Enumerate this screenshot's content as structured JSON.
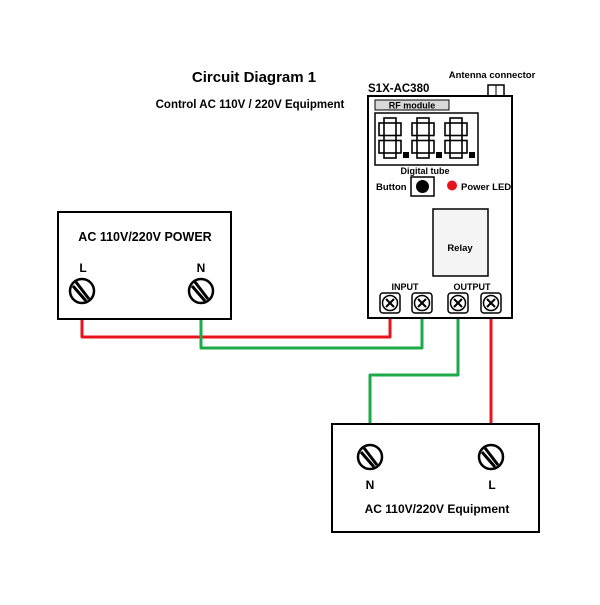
{
  "title": "Circuit Diagram 1",
  "subtitle": "Control AC 110V / 220V Equipment",
  "module": {
    "model": "S1X-AC380",
    "rf_label": "RF module",
    "display_digits": "8.8.8.",
    "display_label": "Digital tube",
    "button_label": "Button",
    "led_label": "Power LED",
    "relay_label": "Relay",
    "input_label": "INPUT",
    "output_label": "OUTPUT",
    "antenna_label": "Antenna connector"
  },
  "power_source": {
    "title": "AC 110V/220V POWER",
    "terminal_l": "L",
    "terminal_n": "N"
  },
  "equipment": {
    "title": "AC 110V/220V Equipment",
    "terminal_n": "N",
    "terminal_l": "L"
  },
  "colors": {
    "live_wire": "#e8141c",
    "neutral_wire": "#1faa4a",
    "led": "#e8141c",
    "outline": "#000000",
    "relay_fill": "#f4f4f4",
    "rf_fill": "#d8d8d8"
  },
  "icons": {
    "terminal": "screw-terminal-icon",
    "antenna": "antenna-connector-icon",
    "button": "push-button-icon",
    "led": "power-led-icon"
  }
}
